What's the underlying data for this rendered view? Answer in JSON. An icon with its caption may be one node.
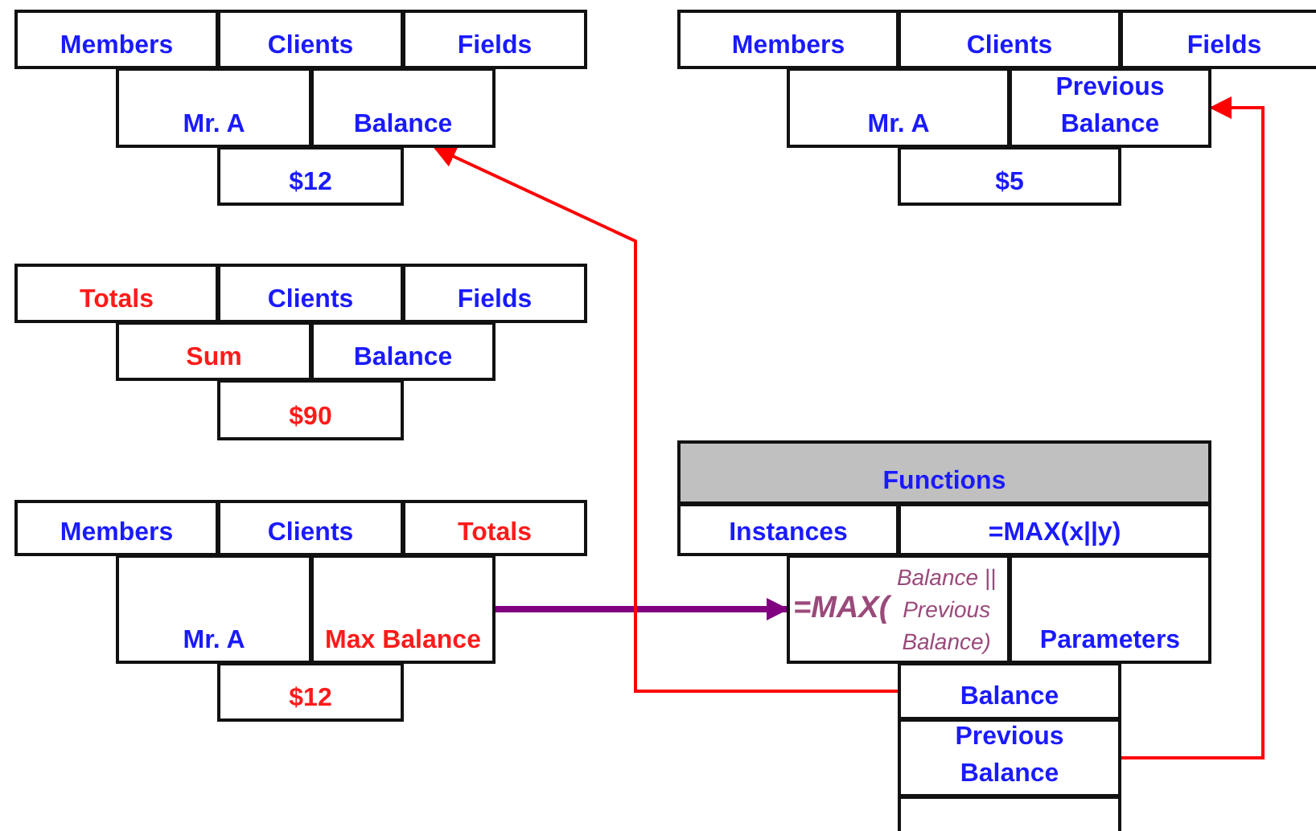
{
  "diagram": {
    "nodes": [
      {
        "text": [
          "Members"
        ]
      },
      {
        "text": [
          "Clients"
        ]
      },
      {
        "text": [
          "Fields"
        ]
      },
      {
        "text": [
          "Members"
        ]
      },
      {
        "text": [
          "Clients"
        ]
      },
      {
        "text": [
          "Fields"
        ]
      },
      {
        "text": [
          "Mr. A"
        ]
      },
      {
        "text": [
          "Balance"
        ]
      },
      {
        "text": [
          "Mr. A"
        ]
      },
      {
        "text": [
          "Previous Balance"
        ]
      },
      {
        "text": [
          "$12"
        ]
      },
      {
        "text": [
          "$5"
        ]
      },
      {
        "text": [
          "Totals"
        ]
      },
      {
        "text": [
          "Clients"
        ]
      },
      {
        "text": [
          "Fields"
        ]
      },
      {
        "text": [
          "Sum"
        ]
      },
      {
        "text": [
          "Balance"
        ]
      },
      {
        "text": [
          "$90"
        ]
      },
      {
        "text": [
          "Functions"
        ]
      },
      {
        "text": [
          "Members"
        ]
      },
      {
        "text": [
          "Clients"
        ]
      },
      {
        "text": [
          "Totals"
        ]
      },
      {
        "text": [
          "Instances"
        ]
      },
      {
        "text": [
          "=MAX(x||y)"
        ]
      },
      {
        "text": [
          "Mr. A"
        ]
      },
      {
        "text": [
          "Max Balance"
        ]
      },
      {
        "text": [
          "**=MAX(** Balance || Previous Balance)"
        ]
      },
      {
        "text": [
          "Parameters"
        ]
      },
      {
        "text": [
          "$12"
        ]
      },
      {
        "text": [
          "Balance"
        ]
      },
      {
        "text": [
          "Previous Balance"
        ]
      },
      {
        "text": [],
        "shape": "box"
      }
    ],
    "edges": [
      {
        "from": 25,
        "to": 26,
        "arrow": "to",
        "style": "thick",
        "color": "#800080"
      },
      {
        "from": 29,
        "to": 7,
        "arrow": "to",
        "color": "#ff0000"
      },
      {
        "from": 30,
        "to": 9,
        "arrow": "to",
        "color": "#ff0000"
      }
    ]
  }
}
